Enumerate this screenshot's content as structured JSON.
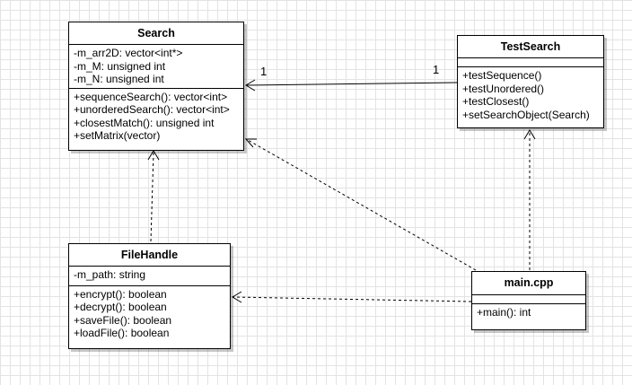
{
  "classes": {
    "search": {
      "name": "Search",
      "attributes": [
        "-m_arr2D: vector<int*>",
        "-m_M: unsigned int",
        "-m_N: unsigned int"
      ],
      "methods": [
        "+sequenceSearch(): vector<int>",
        "+unorderedSearch(): vector<int>",
        "+closestMatch(): unsigned int",
        "+setMatrix(vector)"
      ]
    },
    "test_search": {
      "name": "TestSearch",
      "attributes": [],
      "methods": [
        "+testSequence()",
        "+testUnordered()",
        "+testClosest()",
        "+setSearchObject(Search)"
      ]
    },
    "file_handle": {
      "name": "FileHandle",
      "attributes": [
        "-m_path: string"
      ],
      "methods": [
        "+encrypt(): boolean",
        "+decrypt(): boolean",
        "+saveFile(): boolean",
        "+loadFile(): boolean"
      ]
    },
    "main_cpp": {
      "name": "main.cpp",
      "attributes": [],
      "methods": [
        "+main(): int"
      ]
    }
  },
  "associations": {
    "test_search_to_search": {
      "source_multiplicity": "1",
      "target_multiplicity": "1"
    }
  }
}
